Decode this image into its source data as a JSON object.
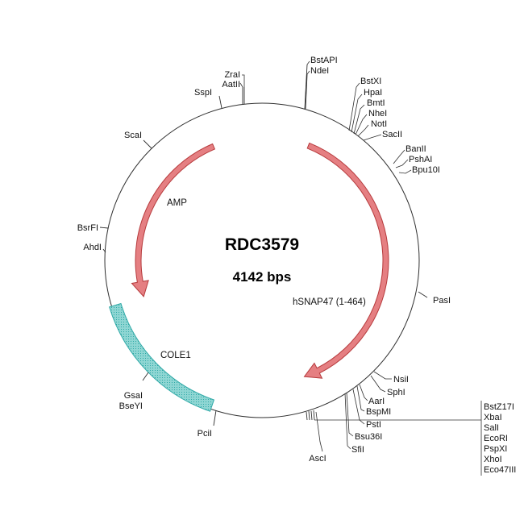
{
  "plasmid": {
    "name": "RDC3579",
    "size_label": "4142 bps"
  },
  "colors": {
    "arrow_fill": "#e57f82",
    "arrow_stroke": "#b63a3c",
    "origin_fill": "#8fd6d3",
    "origin_stroke": "#2fa9a7",
    "ring": "#2f2f2f"
  },
  "features": [
    {
      "id": "amp",
      "label": "AMP",
      "type": "arrow",
      "start_angle": 337,
      "end_angle": 253
    },
    {
      "id": "hsnap47",
      "label": "hSNAP47 (1-464)",
      "type": "arrow",
      "start_angle": 22,
      "end_angle": 160
    },
    {
      "id": "cole1",
      "label": "COLE1",
      "type": "box",
      "start_angle": 253,
      "end_angle": 199
    }
  ],
  "sites": [
    {
      "label": "ZraI"
    },
    {
      "label": "AatII"
    },
    {
      "label": "SspI"
    },
    {
      "label": "BstAPI"
    },
    {
      "label": "NdeI"
    },
    {
      "label": "BstXI"
    },
    {
      "label": "HpaI"
    },
    {
      "label": "BmtI"
    },
    {
      "label": "NheI"
    },
    {
      "label": "NotI"
    },
    {
      "label": "SacII"
    },
    {
      "label": "BanII"
    },
    {
      "label": "PshAI"
    },
    {
      "label": "Bpu10I"
    },
    {
      "label": "ScaI"
    },
    {
      "label": "BsrFI"
    },
    {
      "label": "AhdI"
    },
    {
      "label": "PasI"
    },
    {
      "label": "NsiI"
    },
    {
      "label": "SphI"
    },
    {
      "label": "AarI"
    },
    {
      "label": "BspMI"
    },
    {
      "label": "PstI"
    },
    {
      "label": "Bsu36I"
    },
    {
      "label": "SfiI"
    },
    {
      "label": "AscI"
    },
    {
      "label": "GsaI"
    },
    {
      "label": "BseYI"
    },
    {
      "label": "PciI"
    },
    {
      "label": "BstZ17I"
    },
    {
      "label": "XbaI"
    },
    {
      "label": "SalI"
    },
    {
      "label": "EcoRI"
    },
    {
      "label": "PspXI"
    },
    {
      "label": "XhoI"
    },
    {
      "label": "Eco47III"
    }
  ]
}
